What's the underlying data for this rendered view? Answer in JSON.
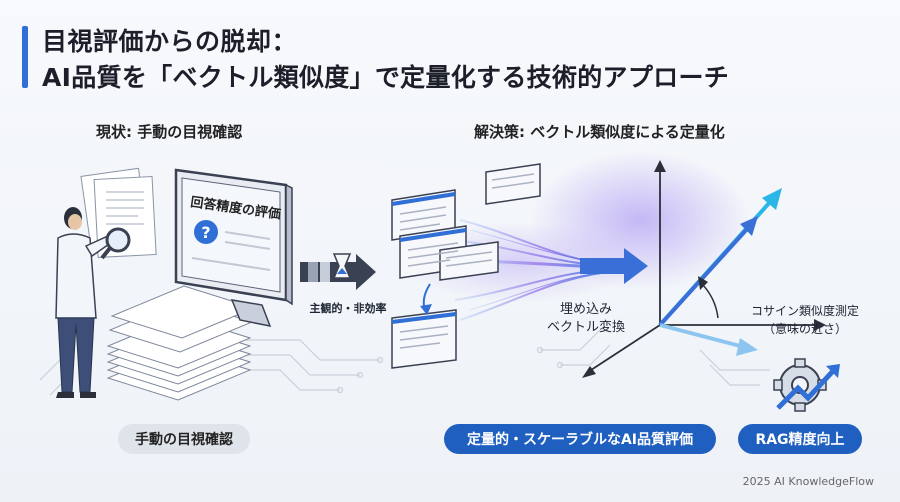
{
  "title": {
    "line1": "目視評価からの脱却：",
    "line2": "AI品質を「ベクトル類似度」で定量化する技術的アプローチ"
  },
  "left": {
    "heading": "現状: 手動の目視確認",
    "monitor_text": "回答精度の評価",
    "monitor_symbol": "?",
    "transition_label": "主観的・非効率",
    "pill": "手動の目視確認"
  },
  "right": {
    "heading": "解決策: ベクトル類似度による定量化",
    "embed_label_1": "埋め込み",
    "embed_label_2": "ベクトル変換",
    "cosine_label_1": "コサイン類似度測定",
    "cosine_label_2": "（意味の近さ）",
    "pill_main": "定量的・スケーラブルなAI品質評価",
    "pill_rag": "RAG精度向上"
  },
  "footer": "2025 AI KnowledgeFlow",
  "colors": {
    "accent": "#2f6fd6",
    "pill_blue": "#1f5fbf",
    "arrow_blue": "#3b6fd8",
    "cyan": "#2bb6e8"
  }
}
